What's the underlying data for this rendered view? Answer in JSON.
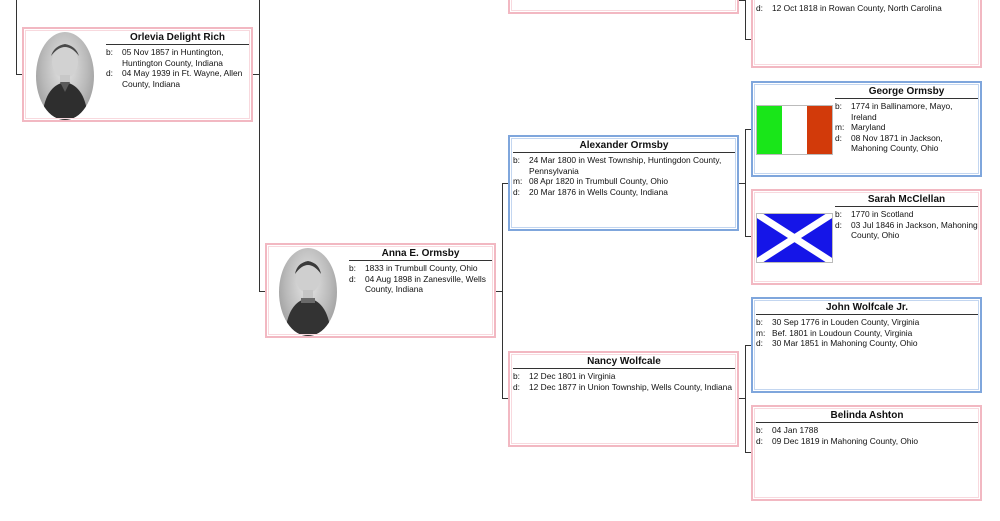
{
  "people": {
    "top_partial": {
      "facts": [
        {
          "label": "d:",
          "text": "12 Oct 1818 in Rowan County, North Carolina"
        }
      ]
    },
    "orlevia": {
      "name": "Orlevia Delight Rich",
      "facts": [
        {
          "label": "b:",
          "text": "05 Nov 1857 in Huntington, Huntington County, Indiana"
        },
        {
          "label": "d:",
          "text": "04 May 1939 in Ft. Wayne, Allen County, Indiana"
        }
      ]
    },
    "anna": {
      "name": "Anna E. Ormsby",
      "facts": [
        {
          "label": "b:",
          "text": "1833 in Trumbull County, Ohio"
        },
        {
          "label": "d:",
          "text": "04 Aug 1898 in Zanesville, Wells County, Indiana"
        }
      ]
    },
    "alexander": {
      "name": "Alexander Ormsby",
      "facts": [
        {
          "label": "b:",
          "text": "24 Mar 1800 in West Township, Huntingdon County, Pennsylvania"
        },
        {
          "label": "m:",
          "text": "08 Apr 1820 in Trumbull County, Ohio"
        },
        {
          "label": "d:",
          "text": "20 Mar 1876 in Wells County, Indiana"
        }
      ]
    },
    "nancy": {
      "name": "Nancy Wolfcale",
      "facts": [
        {
          "label": "b:",
          "text": "12 Dec 1801 in Virginia"
        },
        {
          "label": "d:",
          "text": "12 Dec 1877 in Union Township, Wells County, Indiana"
        }
      ]
    },
    "george": {
      "name": "George Ormsby",
      "flag_colors": [
        "#19e619",
        "#ffffff",
        "#d23a0a"
      ],
      "facts": [
        {
          "label": "b:",
          "text": "1774 in Ballinamore, Mayo, Ireland"
        },
        {
          "label": "m:",
          "text": "Maryland"
        },
        {
          "label": "d:",
          "text": "08 Nov 1871 in Jackson, Mahoning County, Ohio"
        }
      ]
    },
    "sarah": {
      "name": "Sarah McClellan",
      "flag_colors": [
        "#1515e8",
        "#ffffff"
      ],
      "facts": [
        {
          "label": "b:",
          "text": "1770 in Scotland"
        },
        {
          "label": "d:",
          "text": "03 Jul 1846 in Jackson, Mahoning County, Ohio"
        }
      ]
    },
    "john": {
      "name": "John Wolfcale Jr.",
      "facts": [
        {
          "label": "b:",
          "text": "30 Sep 1776 in Louden County, Virginia"
        },
        {
          "label": "m:",
          "text": "Bef. 1801 in Loudoun County, Virginia"
        },
        {
          "label": "d:",
          "text": "30 Mar 1851 in Mahoning County, Ohio"
        }
      ]
    },
    "belinda": {
      "name": "Belinda Ashton",
      "facts": [
        {
          "label": "b:",
          "text": "04 Jan 1788"
        },
        {
          "label": "d:",
          "text": "09 Dec 1819 in Mahoning County, Ohio"
        }
      ]
    }
  },
  "colors": {
    "female_border": "#f2b8c2",
    "male_border": "#7fa6dc",
    "connector": "#333333"
  },
  "icons": {
    "orlevia_photo": "portrait-photo",
    "anna_photo": "portrait-photo",
    "george_flag": "ireland-flag",
    "sarah_flag": "scotland-flag"
  }
}
